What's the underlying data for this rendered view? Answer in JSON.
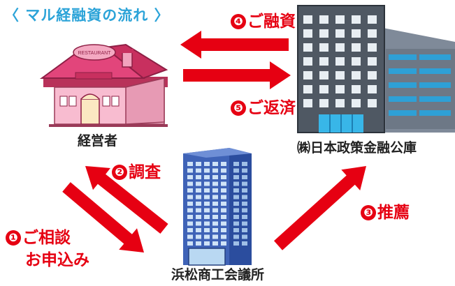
{
  "title": "〈 マル経融資の流れ 〉",
  "colors": {
    "arrow": "#e60012",
    "title": "#2ba3d8",
    "text": "#222222"
  },
  "nodes": {
    "business_owner": {
      "label": "経営者",
      "sign": "RESTAURANT",
      "icon": "restaurant-house-icon"
    },
    "jfc": {
      "label": "㈱日本政策金融公庫",
      "icon": "office-building-icon"
    },
    "chamber": {
      "label": "浜松商工会議所",
      "icon": "office-tower-icon"
    }
  },
  "steps": [
    {
      "num": "❶",
      "text": "ご相談",
      "text2": "お申込み"
    },
    {
      "num": "❷",
      "text": "調査"
    },
    {
      "num": "❸",
      "text": "推薦"
    },
    {
      "num": "❹",
      "text": "ご融資"
    },
    {
      "num": "❺",
      "text": "ご返済"
    }
  ]
}
